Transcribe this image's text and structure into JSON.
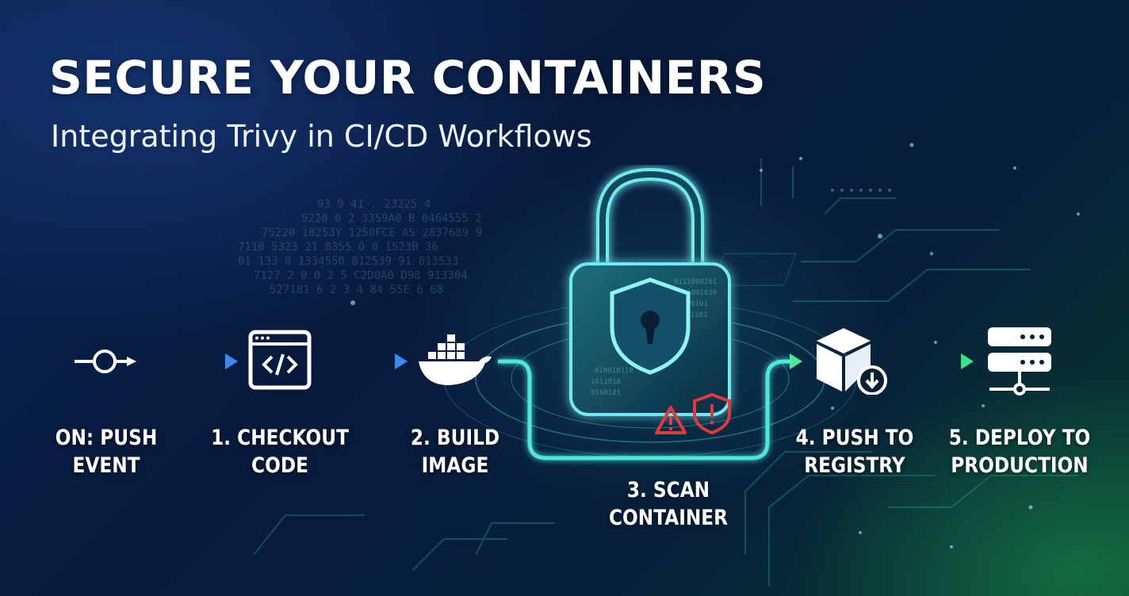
{
  "header": {
    "title": "SECURE YOUR CONTAINERS",
    "subtitle": "Integrating Trivy in CI/CD Workflows"
  },
  "workflow": {
    "steps": [
      {
        "line1": "ON: PUSH",
        "line2": "EVENT",
        "icon": "commit-icon"
      },
      {
        "line1": "1. CHECKOUT",
        "line2": "CODE",
        "icon": "code-window-icon"
      },
      {
        "line1": "2. BUILD",
        "line2": "IMAGE",
        "icon": "docker-whale-icon"
      },
      {
        "line1": "3. SCAN",
        "line2": "CONTAINER",
        "icon": "padlock-shield-icon"
      },
      {
        "line1": "4. PUSH TO",
        "line2": "REGISTRY",
        "icon": "package-download-icon"
      },
      {
        "line1": "5. DEPLOY TO",
        "line2": "PRODUCTION",
        "icon": "server-stack-icon"
      }
    ]
  },
  "colors": {
    "arrow_blue": "#3a8cf0",
    "arrow_green": "#3ee08a",
    "glow_cyan": "#4fe6e0",
    "alert_red": "#e03a3a"
  }
}
